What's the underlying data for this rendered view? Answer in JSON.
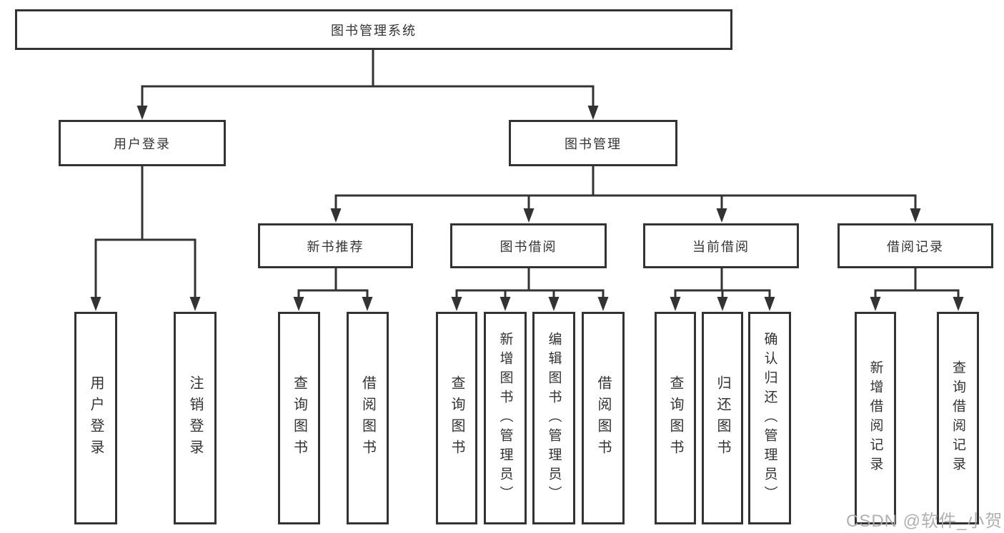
{
  "diagram": {
    "root": {
      "label": "图书管理系统"
    },
    "branches": {
      "user_login": {
        "label": "用户登录",
        "children": [
          {
            "label": "用户登录"
          },
          {
            "label": "注销登录"
          }
        ]
      },
      "book_management": {
        "label": "图书管理",
        "sections": [
          {
            "label": "新书推荐",
            "children": [
              {
                "label": "查询图书"
              },
              {
                "label": "借阅图书"
              }
            ]
          },
          {
            "label": "图书借阅",
            "children": [
              {
                "label": "查询图书"
              },
              {
                "label": "新增图书（管理员）"
              },
              {
                "label": "编辑图书（管理员）"
              },
              {
                "label": "借阅图书"
              }
            ]
          },
          {
            "label": "当前借阅",
            "children": [
              {
                "label": "查询图书"
              },
              {
                "label": "归还图书"
              },
              {
                "label": "确认归还（管理员）"
              }
            ]
          },
          {
            "label": "借阅记录",
            "children": [
              {
                "label": "新增借阅记录"
              },
              {
                "label": "查询借阅记录"
              }
            ]
          }
        ]
      }
    }
  },
  "watermark": {
    "text": "CSDN @软件_小贺同学"
  },
  "colors": {
    "line": "#333333",
    "box_border": "#333333",
    "text": "#333333",
    "watermark": "#a8a8a8",
    "background": "#ffffff"
  }
}
